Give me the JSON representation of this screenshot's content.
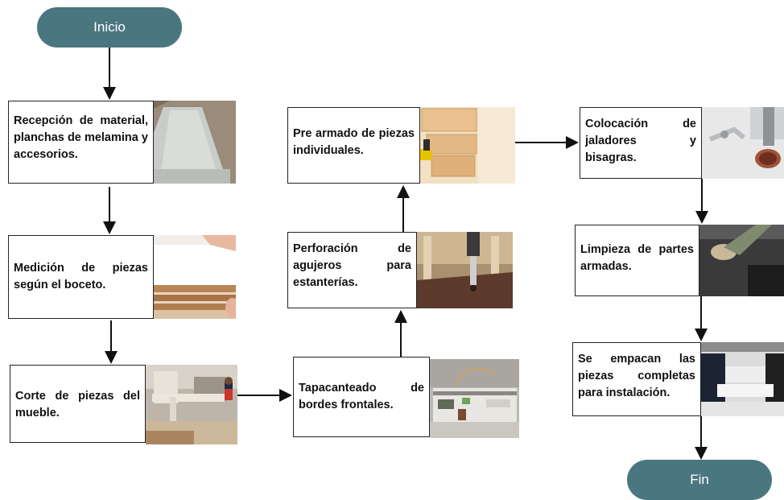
{
  "terminals": {
    "start": "Inicio",
    "end": "Fin"
  },
  "steps": [
    {
      "id": 1,
      "text": "Recepción de material, planchas de melamina y accesorios.",
      "photo": "frosted-glass-sheets"
    },
    {
      "id": 2,
      "text": "Medición de piezas según el boceto.",
      "photo": "stacked-boards"
    },
    {
      "id": 3,
      "text": "Corte de piezas del mueble.",
      "photo": "workshop-cutting"
    },
    {
      "id": 4,
      "text": "Tapacanteado de bordes frontales.",
      "photo": "edge-banding-machine"
    },
    {
      "id": 5,
      "text": "Perforación de agujeros para estanterías.",
      "photo": "drilling"
    },
    {
      "id": 6,
      "text": "Pre armado de piezas individuales.",
      "photo": "drawer-assembly"
    },
    {
      "id": 7,
      "text": "Colocación de jaladores y bisagras.",
      "photo": "hinge-installation"
    },
    {
      "id": 8,
      "text": "Limpieza de partes armadas.",
      "photo": "cleaning-countertop"
    },
    {
      "id": 9,
      "text": "Se empacan las piezas completas para instalación.",
      "photo": "finished-kitchen"
    }
  ],
  "colors": {
    "terminal": "#4a7680",
    "arrow": "#111111",
    "box_border": "#222222"
  }
}
